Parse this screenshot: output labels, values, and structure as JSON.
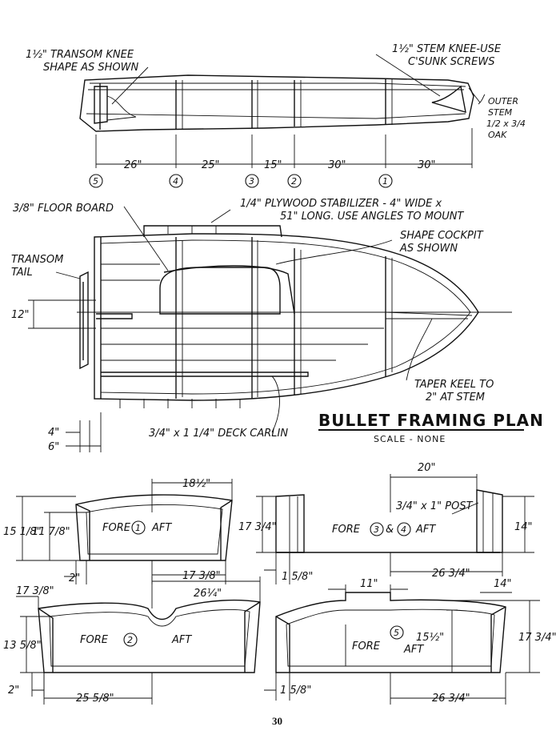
{
  "title": "BULLET FRAMING PLAN",
  "scale_note": "SCALE - NONE",
  "page_number": "30",
  "side_view": {
    "transom_knee_1": "1½\" TRANSOM KNEE",
    "transom_knee_2": "SHAPE AS SHOWN",
    "stem_knee_1": "1½\" STEM KNEE-USE",
    "stem_knee_2": "C'SUNK SCREWS",
    "outer_stem_1": "OUTER",
    "outer_stem_2": "STEM",
    "outer_stem_3": "1/2 x 3/4",
    "outer_stem_4": "OAK",
    "spacing": [
      "26\"",
      "25\"",
      "15\"",
      "30\"",
      "30\""
    ],
    "stations": [
      "5",
      "4",
      "3",
      "2",
      "1"
    ]
  },
  "plan_view": {
    "floor_board": "3/8\" FLOOR BOARD",
    "stabilizer_1": "1/4\" PLYWOOD STABILIZER - 4\" WIDE x",
    "stabilizer_2": "51\" LONG. USE ANGLES TO MOUNT",
    "cockpit_1": "SHAPE COCKPIT",
    "cockpit_2": "AS SHOWN",
    "transom_tail_1": "TRANSOM",
    "transom_tail_2": "TAIL",
    "dim_12": "12\"",
    "keel_1": "TAPER KEEL TO",
    "keel_2": "2\" AT STEM",
    "dim_4": "4\"",
    "dim_6": "6\"",
    "deck_carlin": "3/4\" x 1 1/4\" DECK CARLIN"
  },
  "frame_1": {
    "label_fore": "FORE",
    "station": "1",
    "label_aft": "AFT",
    "width": "18½\"",
    "height": "15 1/8\"",
    "inner_height": "11 7/8\"",
    "half_width": "17 3/8\"",
    "base": "2\""
  },
  "frame_34": {
    "label_fore": "FORE",
    "station_a": "3",
    "amp": "&",
    "station_b": "4",
    "label_aft": "AFT",
    "top": "20\"",
    "post": "3/4\" x 1\" POST",
    "left_height": "17 3/4\"",
    "right_height": "14\"",
    "bottom_left": "1 5/8\"",
    "width": "26 3/4\""
  },
  "frame_2": {
    "label_fore": "FORE",
    "station": "2",
    "label_aft": "AFT",
    "top_left": "17 3/8\"",
    "top_right": "26¼\"",
    "height": "13 5/8\"",
    "base": "2\"",
    "width": "25 5/8\""
  },
  "frame_5": {
    "label_fore": "FORE",
    "station": "5",
    "label_aft": "AFT",
    "top_left": "11\"",
    "top_right": "14\"",
    "inner_height": "15½\"",
    "height": "17 3/4\"",
    "bottom_left": "1 5/8\"",
    "width": "26 3/4\""
  }
}
